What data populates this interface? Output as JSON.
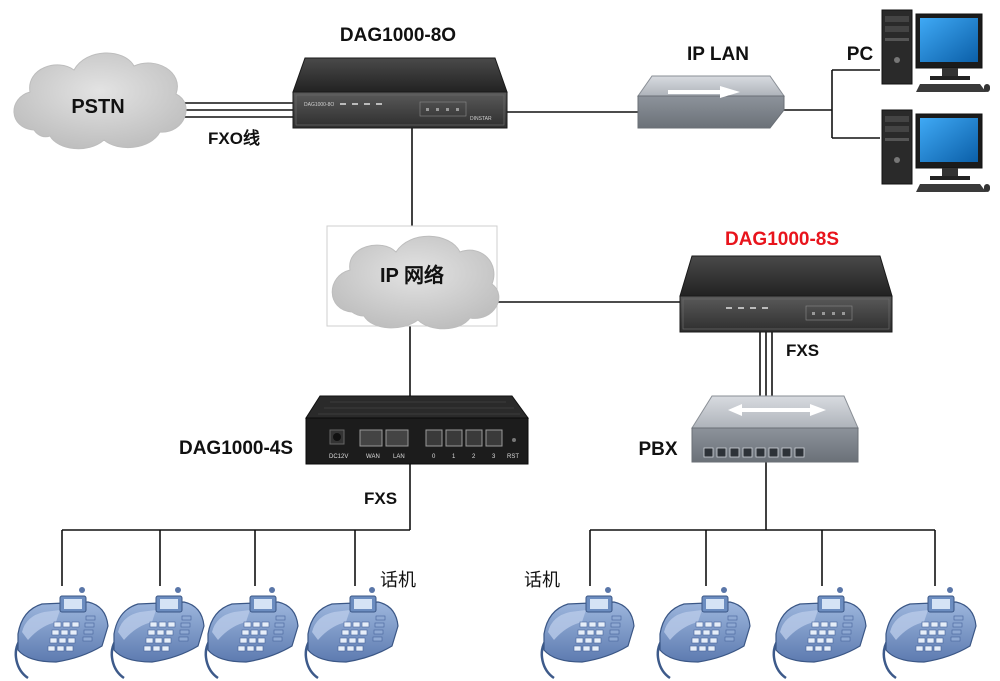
{
  "labels": {
    "pstn": "PSTN",
    "fxo_line": "FXO线",
    "gateway_fxo": "DAG1000-8O",
    "ip_lan": "IP LAN",
    "pc": "PC",
    "ip_network": "IP 网络",
    "gateway_8s": "DAG1000-8S",
    "fxs_right": "FXS",
    "pbx": "PBX",
    "gateway_4s": "DAG1000-4S",
    "fxs_left": "FXS",
    "phone_left": "话机",
    "phone_right": "话机"
  },
  "device_labels": {
    "model_plate": "DAG1000-8O",
    "brand": "DINSTAR",
    "dc": "DC12V",
    "wan": "WAN",
    "lan": "LAN",
    "ports": [
      "0",
      "1",
      "2",
      "3"
    ],
    "rst": "RST"
  },
  "colors": {
    "gateway_8s_label": "#e8141c",
    "cloud": "#c9c9c9",
    "phone": "#6f8fbf",
    "wire": "#111111"
  },
  "icons": [
    "cloud-icon",
    "gateway-icon",
    "switch-icon",
    "desktop-pc-icon",
    "telephone-icon"
  ]
}
